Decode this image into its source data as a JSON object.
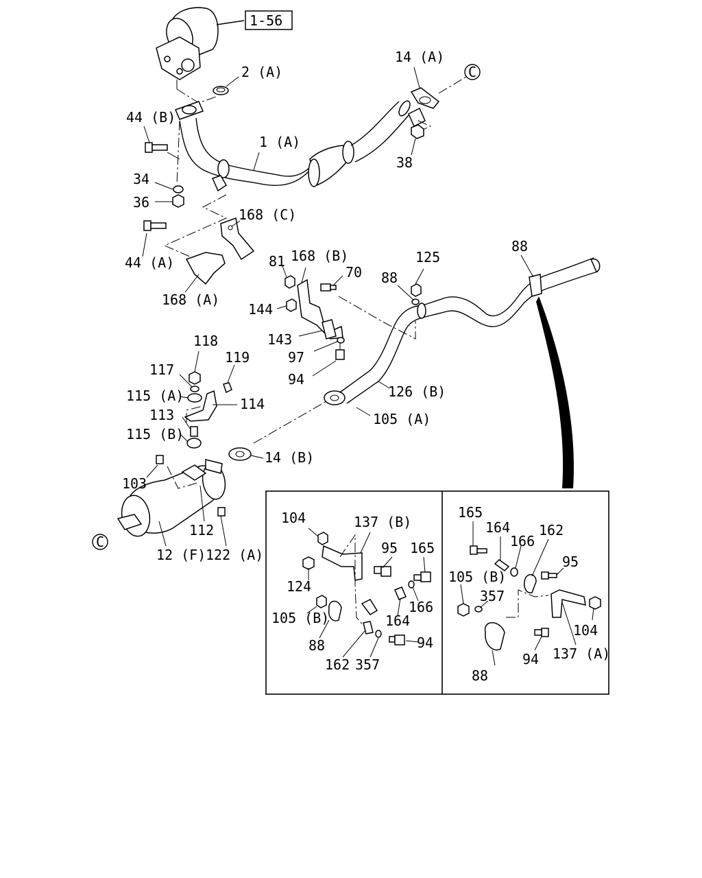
{
  "diagram": {
    "ref_box": "1-56",
    "connector": "C",
    "labels": {
      "l_2a": "2 (A)",
      "l_14a": "14 (A)",
      "l_44b": "44 (B)",
      "l_1a": "1 (A)",
      "l_38": "38",
      "l_34": "34",
      "l_36": "36",
      "l_168c": "168 (C)",
      "l_44a": "44 (A)",
      "l_168a": "168 (A)",
      "l_88a": "88",
      "l_81": "81",
      "l_168b": "168 (B)",
      "l_70": "70",
      "l_125": "125",
      "l_88b": "88",
      "l_144": "144",
      "l_143": "143",
      "l_97": "97",
      "l_94a": "94",
      "l_118": "118",
      "l_117": "117",
      "l_119": "119",
      "l_115a": "115 (A)",
      "l_114": "114",
      "l_113": "113",
      "l_115b": "115 (B)",
      "l_126b": "126 (B)",
      "l_105a": "105 (A)",
      "l_14b": "14 (B)",
      "l_103": "103",
      "l_112": "112",
      "l_12f": "12 (F)",
      "l_122a": "122 (A)"
    },
    "inset_left": {
      "l_104": "104",
      "l_137b": "137 (B)",
      "l_95": "95",
      "l_165": "165",
      "l_124": "124",
      "l_166": "166",
      "l_105b": "105 (B)",
      "l_164": "164",
      "l_88": "88",
      "l_94": "94",
      "l_162": "162",
      "l_357": "357"
    },
    "inset_right": {
      "l_165": "165",
      "l_164": "164",
      "l_166": "166",
      "l_162": "162",
      "l_95": "95",
      "l_105b": "105 (B)",
      "l_357": "357",
      "l_104": "104",
      "l_94": "94",
      "l_137a": "137 (A)",
      "l_88": "88"
    }
  }
}
